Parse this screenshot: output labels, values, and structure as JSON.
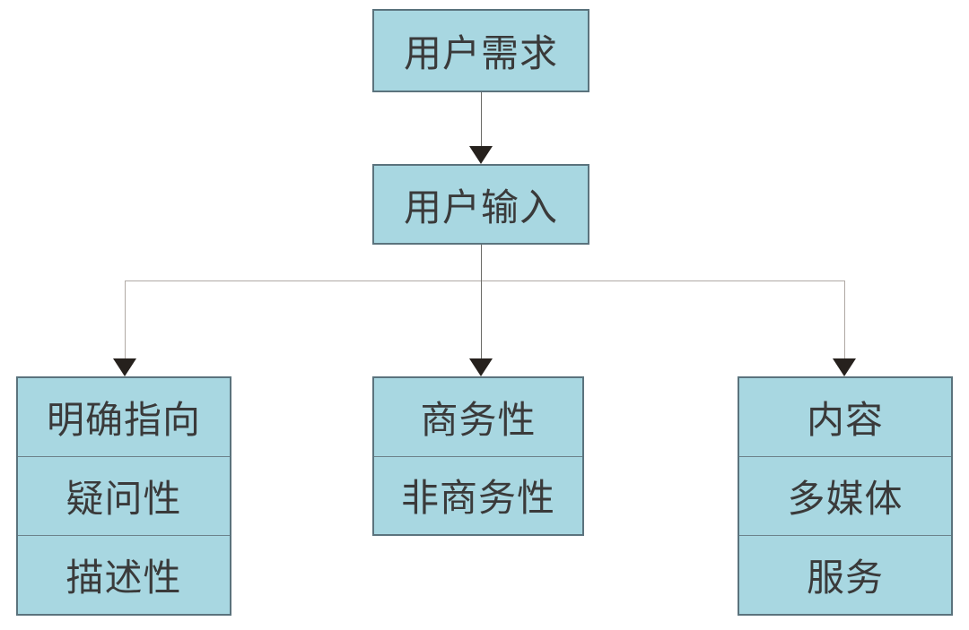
{
  "diagram": {
    "title": "user-demand-input-classification-flowchart",
    "root": {
      "label": "用户需求"
    },
    "level2": {
      "label": "用户输入"
    },
    "columns": [
      {
        "name": "direction-branch",
        "cells": [
          "明确指向",
          "疑问性",
          "描述性"
        ]
      },
      {
        "name": "commercial-branch",
        "cells": [
          "商务性",
          "非商务性"
        ]
      },
      {
        "name": "content-branch",
        "cells": [
          "内容",
          "多媒体",
          "服务"
        ]
      }
    ],
    "colors": {
      "background": "#ffffff",
      "box_fill": "#a8d7e1",
      "box_border": "#5b737d",
      "divider": "#6c828a",
      "connector_dark": "#6a6a66",
      "connector_light": "#b0a9a4",
      "arrow": "#26211d",
      "text": "#3a3a3a"
    }
  }
}
